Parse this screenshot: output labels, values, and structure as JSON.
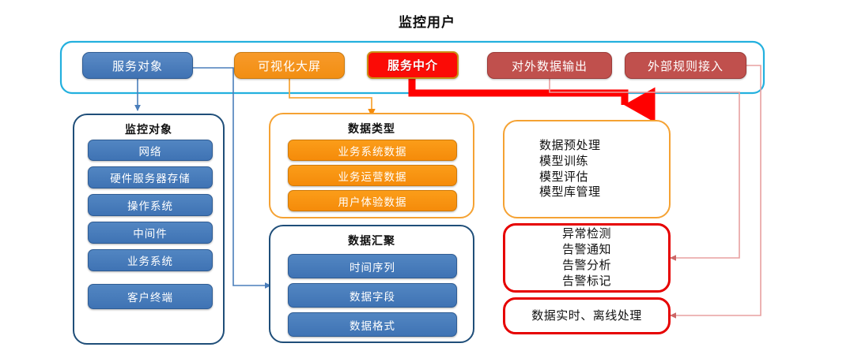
{
  "diagram": {
    "title": "监控用户",
    "type": "architecture-block-diagram"
  },
  "colors": {
    "frame_cyan": "#23b0de",
    "blue": "#3f73b4",
    "dark_blue_border": "#1f4e79",
    "orange": "#f58b0a",
    "orange_border": "#f5a233",
    "bright_red": "#fb0b06",
    "dark_red": "#c0504d",
    "red_border": "#e60000",
    "pale_red_connector": "#e8a0a0"
  },
  "top_bar": {
    "name": "user-channel-frame",
    "items": [
      {
        "label": "服务对象",
        "style": "blue"
      },
      {
        "label": "可视化大屏",
        "style": "orange"
      },
      {
        "label": "服务中介",
        "style": "red"
      },
      {
        "label": "对外数据输出",
        "style": "darkred"
      },
      {
        "label": "外部规则接入",
        "style": "darkred"
      }
    ]
  },
  "panels": {
    "monitor_objects": {
      "title": "监控对象",
      "style": "blue",
      "items": [
        "网络",
        "硬件服务器存储",
        "操作系统",
        "中间件",
        "业务系统",
        "客户终端"
      ]
    },
    "data_types": {
      "title": "数据类型",
      "style": "orange",
      "items": [
        "业务系统数据",
        "业务运营数据",
        "用户体验数据"
      ]
    },
    "data_aggregation": {
      "title": "数据汇聚",
      "style": "blue",
      "items": [
        "时间序列",
        "数据字段",
        "数据格式"
      ]
    },
    "model_pipeline": {
      "style": "orange",
      "lines": [
        "数据预处理",
        "模型训练",
        "模型评估",
        "模型库管理"
      ]
    },
    "alarm_analysis": {
      "style": "red",
      "lines": [
        "异常检测",
        "告警通知",
        "告警分析",
        "告警标记"
      ]
    },
    "data_processing": {
      "style": "red",
      "lines": [
        "数据实时、离线处理"
      ]
    }
  },
  "connectors": [
    {
      "name": "service-object-to-monitor-objects",
      "color": "#4a7ebb",
      "arrow": "down"
    },
    {
      "name": "service-object-to-data-aggregation",
      "color": "#4a7ebb",
      "arrow": "right"
    },
    {
      "name": "visualization-to-data-types",
      "color": "#f58b0a",
      "arrow": "down"
    },
    {
      "name": "service-agent-to-model-pipeline",
      "color": "#ff0000",
      "arrow": "down",
      "weight": "thick"
    },
    {
      "name": "external-output-to-alarm-analysis",
      "color": "#e8a0a0",
      "arrow": "left"
    },
    {
      "name": "external-rules-to-data-processing",
      "color": "#e8a0a0",
      "arrow": "left"
    }
  ]
}
